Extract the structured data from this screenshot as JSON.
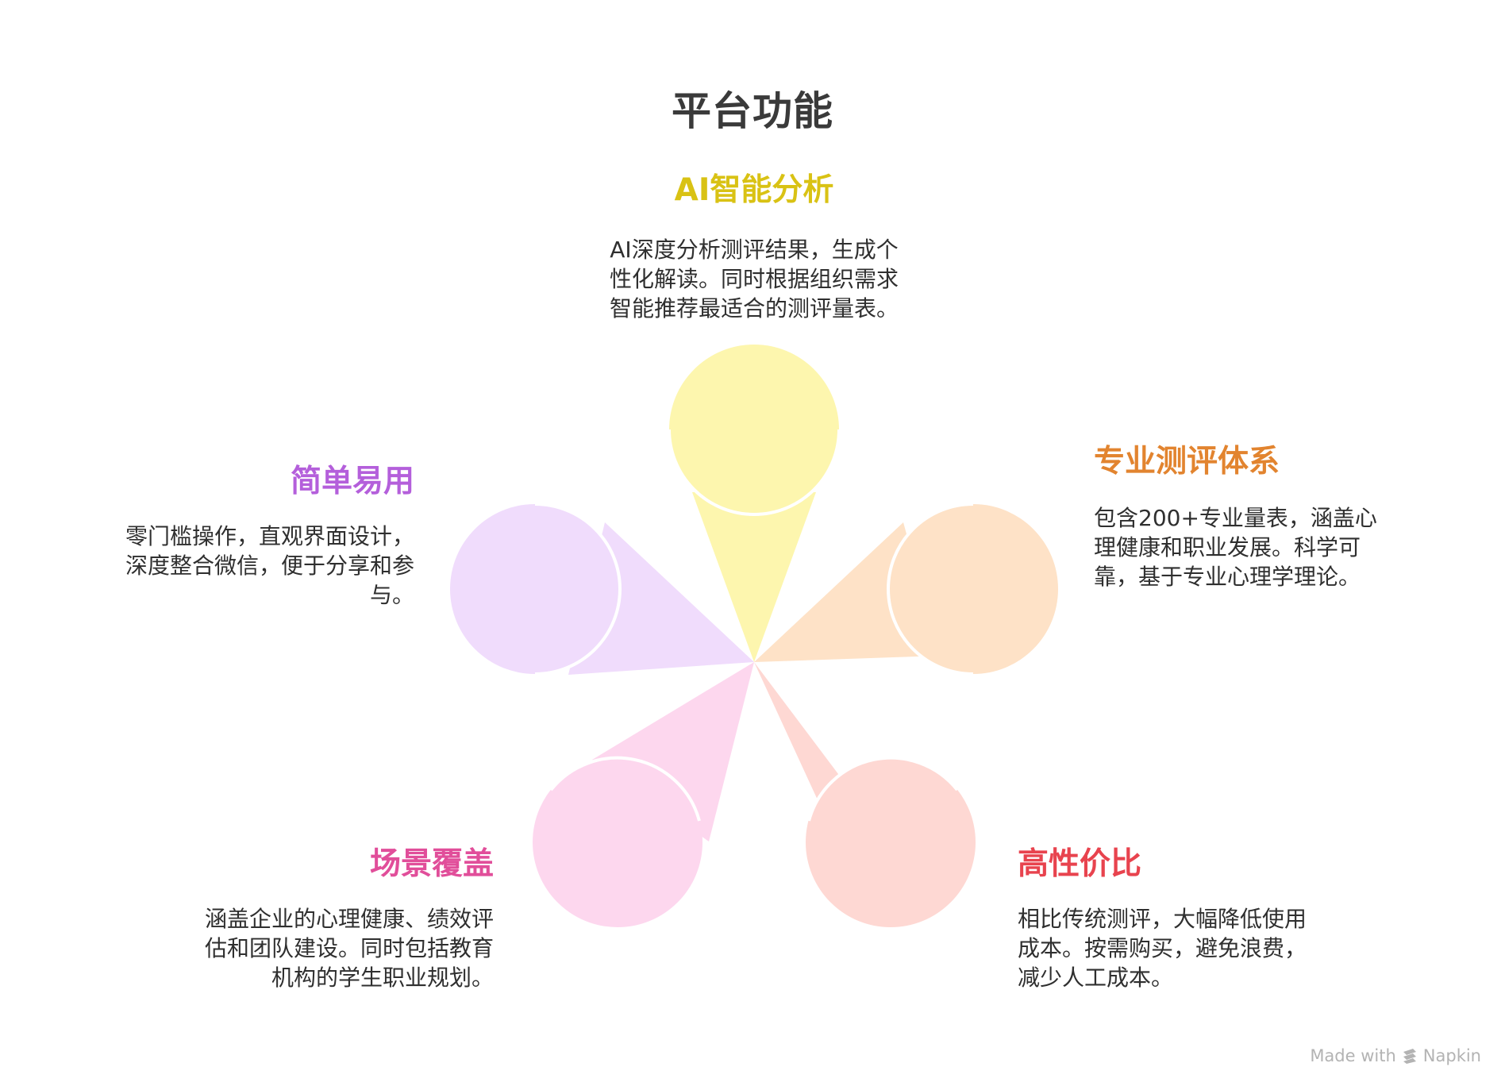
{
  "title": "平台功能",
  "colors": {
    "yellow_fill": "#fdf6ae",
    "orange_fill": "#fee2c7",
    "salmon_fill": "#fed8d3",
    "pink_fill": "#fdd7ee",
    "purple_fill": "#f0dcfc",
    "yellow_text": "#d9c214",
    "orange_text": "#e2842f",
    "red_text": "#e8434e",
    "pink_text": "#e14e9a",
    "purple_text": "#b45fdb"
  },
  "features": [
    {
      "id": "ai",
      "heading": "AI智能分析",
      "description": "AI深度分析测评结果，生成个\n性化解读。同时根据组织需求\n智能推荐最适合的测评量表。"
    },
    {
      "id": "professional",
      "heading": "专业测评体系",
      "description": "包含200+专业量表，涵盖心\n理健康和职业发展。科学可\n靠，基于专业心理学理论。"
    },
    {
      "id": "value",
      "heading": "高性价比",
      "description": "相比传统测评，大幅降低使用\n成本。按需购买，避免浪费，\n减少人工成本。"
    },
    {
      "id": "scenarios",
      "heading": "场景覆盖",
      "description": "涵盖企业的心理健康、绩效评\n估和团队建设。同时包括教育\n机构的学生职业规划。"
    },
    {
      "id": "easy",
      "heading": "简单易用",
      "description": "零门槛操作，直观界面设计，\n深度整合微信，便于分享和参\n与。"
    }
  ],
  "watermark": {
    "prefix": "Made with",
    "brand": "Napkin",
    "icon": "napkin-logo-icon"
  }
}
